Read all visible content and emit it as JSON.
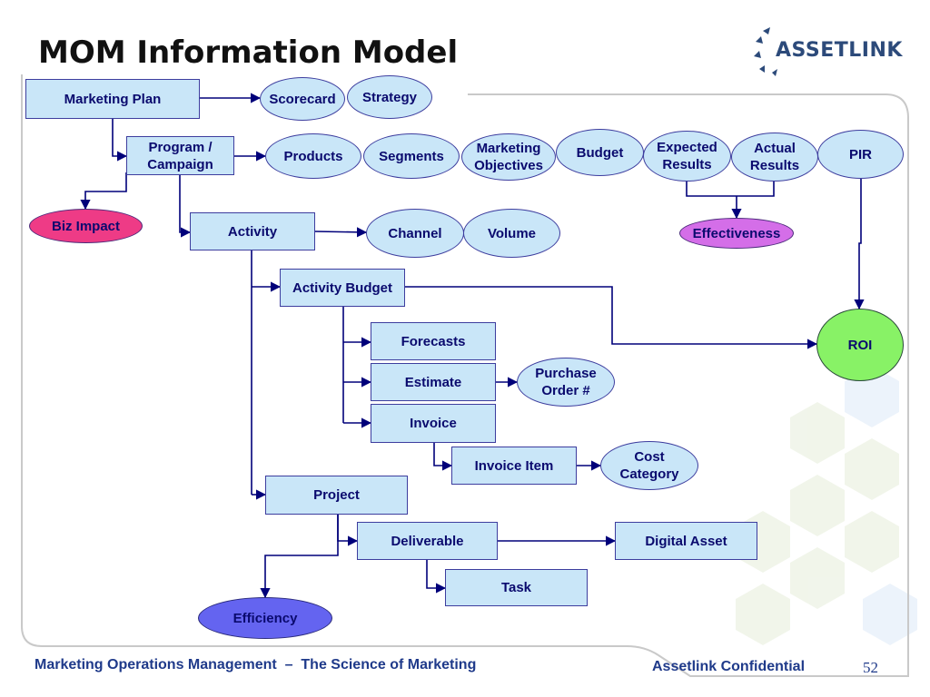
{
  "title": "MOM Information Model",
  "logo": {
    "text": "ASSETLINK"
  },
  "nodes": {
    "marketing_plan": "Marketing Plan",
    "scorecard": "Scorecard",
    "strategy": "Strategy",
    "program_campaign": "Program /\nCampaign",
    "products": "Products",
    "segments": "Segments",
    "marketing_objectives": "Marketing\nObjectives",
    "budget": "Budget",
    "expected_results": "Expected\nResults",
    "actual_results": "Actual\nResults",
    "pir": "PIR",
    "biz_impact": "Biz Impact",
    "activity": "Activity",
    "channel": "Channel",
    "volume": "Volume",
    "effectiveness": "Effectiveness",
    "activity_budget": "Activity Budget",
    "roi": "ROI",
    "forecasts": "Forecasts",
    "estimate": "Estimate",
    "purchase_order": "Purchase\nOrder #",
    "invoice": "Invoice",
    "invoice_item": "Invoice Item",
    "cost_category": "Cost\nCategory",
    "project": "Project",
    "deliverable": "Deliverable",
    "digital_asset": "Digital Asset",
    "task": "Task",
    "efficiency": "Efficiency"
  },
  "footer": {
    "left": "Marketing Operations Management  –  The Science of Marketing",
    "right": "Assetlink Confidential",
    "page": "52"
  },
  "colors": {
    "box_fill": "#c9e6f8",
    "line": "#00007a",
    "biz_impact": "#ee3b86",
    "effectiveness": "#d46ee8",
    "roi": "#88f266",
    "efficiency": "#6464f0"
  }
}
